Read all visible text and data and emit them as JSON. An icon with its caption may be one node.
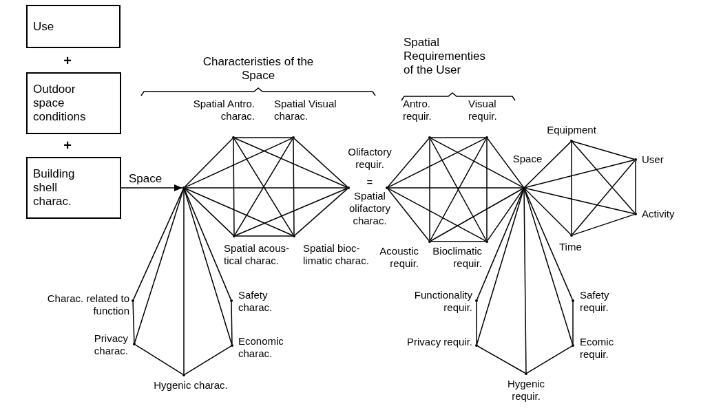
{
  "diagram": {
    "nodes": [
      {
        "text": [
          "Use"
        ]
      },
      {
        "text": [
          "Outdoor space conditions"
        ]
      },
      {
        "text": [
          "Building shell charac."
        ]
      },
      {
        "text": [],
        "shape": "dot"
      },
      {
        "text": [],
        "shape": "dot",
        "beside": [
          "Spatial Antro. charac."
        ]
      },
      {
        "text": [],
        "shape": "dot",
        "beside": [
          "Spatial Visual charac."
        ]
      },
      {
        "text": [],
        "shape": "dot",
        "beside": [
          "Spatial olifactory charac."
        ]
      },
      {
        "text": [],
        "shape": "dot",
        "beside": [
          "Spatial bioc- limatic charac."
        ]
      },
      {
        "text": [],
        "shape": "dot",
        "beside": [
          "Spatial acous- tical charac."
        ]
      },
      {
        "text": [],
        "shape": "dot",
        "beside": [
          "Olifactory requir."
        ]
      },
      {
        "text": [],
        "shape": "dot",
        "beside": [
          "Antro. requir."
        ]
      },
      {
        "text": [],
        "shape": "dot",
        "beside": [
          "Visual requir."
        ]
      },
      {
        "text": [],
        "shape": "dot",
        "beside": [
          "Space"
        ]
      },
      {
        "text": [],
        "shape": "dot",
        "beside": [
          "Bioclimatic requir."
        ]
      },
      {
        "text": [],
        "shape": "dot",
        "beside": [
          "Acoustic requir."
        ]
      },
      {
        "text": [],
        "shape": "dot",
        "beside": [
          "Equipment"
        ]
      },
      {
        "text": [],
        "shape": "dot",
        "beside": [
          "User"
        ]
      },
      {
        "text": [],
        "shape": "dot",
        "beside": [
          "Activity"
        ]
      },
      {
        "text": [],
        "shape": "dot",
        "beside": [
          "Time"
        ]
      },
      {
        "text": [],
        "shape": "dot",
        "beside": [
          "Charac. related to function"
        ]
      },
      {
        "text": [],
        "shape": "dot",
        "beside": [
          "Privacy charac."
        ]
      },
      {
        "text": [],
        "shape": "dot",
        "beside": [
          "Hygenic charac."
        ]
      },
      {
        "text": [],
        "shape": "dot",
        "beside": [
          "Economic charac."
        ]
      },
      {
        "text": [],
        "shape": "dot",
        "beside": [
          "Safety charac."
        ]
      },
      {
        "text": [],
        "shape": "dot",
        "beside": [
          "Functionality requir."
        ]
      },
      {
        "text": [],
        "shape": "dot",
        "beside": [
          "Privacy requir."
        ]
      },
      {
        "text": [],
        "shape": "dot",
        "beside": [
          "Hygenic requir."
        ]
      },
      {
        "text": [],
        "shape": "dot",
        "beside": [
          "Ecomic requir."
        ]
      },
      {
        "text": [],
        "shape": "dot",
        "beside": [
          "Safety requir."
        ]
      }
    ],
    "edges": [
      {
        "from": 2,
        "to": 3,
        "arrow": "to",
        "label": "Space"
      },
      {
        "from": 3,
        "to": 4,
        "arrow": "none"
      },
      {
        "from": 3,
        "to": 5,
        "arrow": "none"
      },
      {
        "from": 3,
        "to": 6,
        "arrow": "none"
      },
      {
        "from": 3,
        "to": 7,
        "arrow": "none"
      },
      {
        "from": 3,
        "to": 8,
        "arrow": "none"
      },
      {
        "from": 4,
        "to": 5,
        "arrow": "none"
      },
      {
        "from": 4,
        "to": 6,
        "arrow": "none"
      },
      {
        "from": 4,
        "to": 7,
        "arrow": "none"
      },
      {
        "from": 4,
        "to": 8,
        "arrow": "none"
      },
      {
        "from": 5,
        "to": 6,
        "arrow": "none"
      },
      {
        "from": 5,
        "to": 7,
        "arrow": "none"
      },
      {
        "from": 5,
        "to": 8,
        "arrow": "none"
      },
      {
        "from": 6,
        "to": 7,
        "arrow": "none"
      },
      {
        "from": 6,
        "to": 8,
        "arrow": "none"
      },
      {
        "from": 7,
        "to": 8,
        "arrow": "none"
      },
      {
        "from": 9,
        "to": 10,
        "arrow": "none"
      },
      {
        "from": 9,
        "to": 11,
        "arrow": "none"
      },
      {
        "from": 9,
        "to": 12,
        "arrow": "none"
      },
      {
        "from": 9,
        "to": 13,
        "arrow": "none"
      },
      {
        "from": 9,
        "to": 14,
        "arrow": "none"
      },
      {
        "from": 10,
        "to": 11,
        "arrow": "none"
      },
      {
        "from": 10,
        "to": 12,
        "arrow": "none"
      },
      {
        "from": 10,
        "to": 13,
        "arrow": "none"
      },
      {
        "from": 10,
        "to": 14,
        "arrow": "none"
      },
      {
        "from": 11,
        "to": 12,
        "arrow": "none"
      },
      {
        "from": 11,
        "to": 13,
        "arrow": "none"
      },
      {
        "from": 11,
        "to": 14,
        "arrow": "none"
      },
      {
        "from": 12,
        "to": 13,
        "arrow": "none"
      },
      {
        "from": 12,
        "to": 14,
        "arrow": "none"
      },
      {
        "from": 13,
        "to": 14,
        "arrow": "none"
      },
      {
        "from": 12,
        "to": 15,
        "arrow": "none"
      },
      {
        "from": 12,
        "to": 16,
        "arrow": "none"
      },
      {
        "from": 12,
        "to": 17,
        "arrow": "none"
      },
      {
        "from": 12,
        "to": 18,
        "arrow": "none"
      },
      {
        "from": 15,
        "to": 16,
        "arrow": "none"
      },
      {
        "from": 15,
        "to": 17,
        "arrow": "none"
      },
      {
        "from": 15,
        "to": 18,
        "arrow": "none"
      },
      {
        "from": 16,
        "to": 17,
        "arrow": "none"
      },
      {
        "from": 16,
        "to": 18,
        "arrow": "none"
      },
      {
        "from": 17,
        "to": 18,
        "arrow": "none"
      },
      {
        "from": 3,
        "to": 19,
        "arrow": "none"
      },
      {
        "from": 3,
        "to": 20,
        "arrow": "none"
      },
      {
        "from": 3,
        "to": 21,
        "arrow": "none"
      },
      {
        "from": 3,
        "to": 22,
        "arrow": "none"
      },
      {
        "from": 3,
        "to": 23,
        "arrow": "none"
      },
      {
        "from": 19,
        "to": 20,
        "arrow": "none"
      },
      {
        "from": 20,
        "to": 21,
        "arrow": "none"
      },
      {
        "from": 21,
        "to": 22,
        "arrow": "none"
      },
      {
        "from": 22,
        "to": 23,
        "arrow": "none"
      },
      {
        "from": 12,
        "to": 24,
        "arrow": "none"
      },
      {
        "from": 12,
        "to": 25,
        "arrow": "none"
      },
      {
        "from": 12,
        "to": 26,
        "arrow": "none"
      },
      {
        "from": 12,
        "to": 27,
        "arrow": "none"
      },
      {
        "from": 12,
        "to": 28,
        "arrow": "none"
      },
      {
        "from": 24,
        "to": 25,
        "arrow": "none"
      },
      {
        "from": 25,
        "to": 26,
        "arrow": "none"
      },
      {
        "from": 26,
        "to": 27,
        "arrow": "none"
      },
      {
        "from": 27,
        "to": 28,
        "arrow": "none"
      }
    ],
    "labels": [
      "+",
      "+",
      "Characteristies of the Space",
      "Spatial Requirementies of the User",
      "="
    ]
  }
}
